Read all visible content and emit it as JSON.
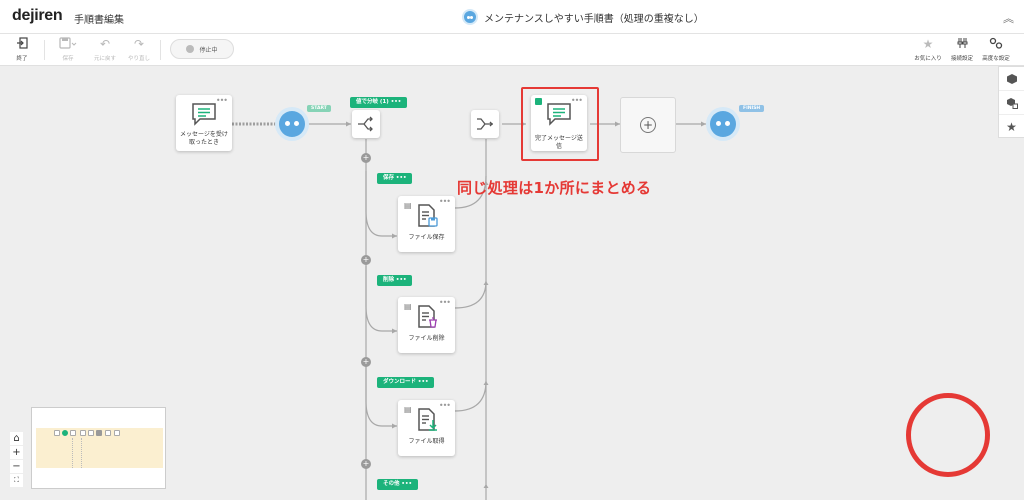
{
  "header": {
    "logo": "dejiren",
    "page_name": "手順書編集",
    "procedure_title": "メンテナンスしやすい手順書（処理の重複なし）"
  },
  "toolbar": {
    "exit": "終了",
    "save": "保存",
    "undo": "元に戻す",
    "redo": "やり直し",
    "status": "停止中",
    "favorite": "お気に入り",
    "connection": "接続設定",
    "advanced": "高度な設定"
  },
  "flow": {
    "trigger_label": "メッセージを受け取ったとき",
    "start_flag": "START",
    "finish_flag": "FINISH",
    "branch_label": "値で分岐 (1)",
    "send_label": "完了メッセージ送信",
    "branches": [
      {
        "name": "保存",
        "action": "ファイル保存"
      },
      {
        "name": "削除",
        "action": "ファイル削除"
      },
      {
        "name": "ダウンロード",
        "action": "ファイル取得"
      },
      {
        "name": "その他"
      }
    ]
  },
  "annotation": {
    "text": "同じ処理は1か所にまとめる"
  },
  "colors": {
    "accent_green": "#1cb37b",
    "bot_blue": "#5aa7e0",
    "annotation_red": "#e53935"
  }
}
